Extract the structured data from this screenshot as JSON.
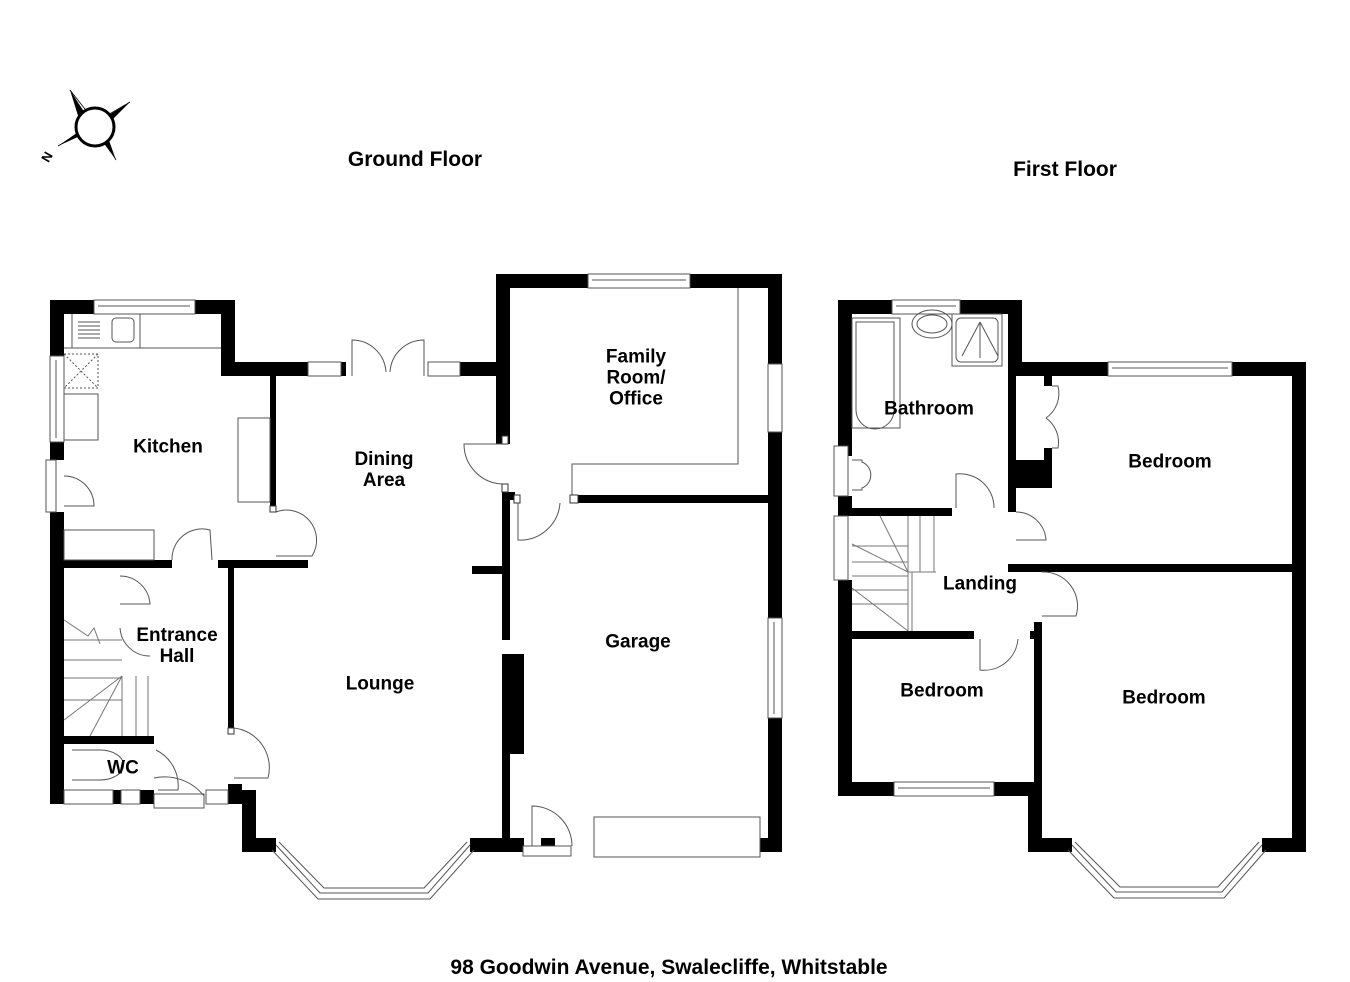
{
  "compass": {
    "icon": "compass-icon",
    "north_label": "N"
  },
  "floors": [
    {
      "title": "Ground Floor",
      "rooms": [
        {
          "name": "Kitchen"
        },
        {
          "name": "Dining Area",
          "lines": [
            "Dining",
            "Area"
          ]
        },
        {
          "name": "Family Room/ Office",
          "lines": [
            "Family",
            "Room/",
            "Office"
          ]
        },
        {
          "name": "Entrance Hall",
          "lines": [
            "Entrance",
            "Hall"
          ]
        },
        {
          "name": "Lounge"
        },
        {
          "name": "Garage"
        },
        {
          "name": "WC"
        }
      ]
    },
    {
      "title": "First Floor",
      "rooms": [
        {
          "name": "Bathroom"
        },
        {
          "name": "Bedroom"
        },
        {
          "name": "Landing"
        },
        {
          "name": "Bedroom"
        },
        {
          "name": "Bedroom"
        }
      ]
    }
  ],
  "address": "98 Goodwin Avenue, Swalecliffe, Whitstable",
  "colors": {
    "walls": "#000000",
    "background": "#ffffff",
    "fixtures": "#555555"
  }
}
